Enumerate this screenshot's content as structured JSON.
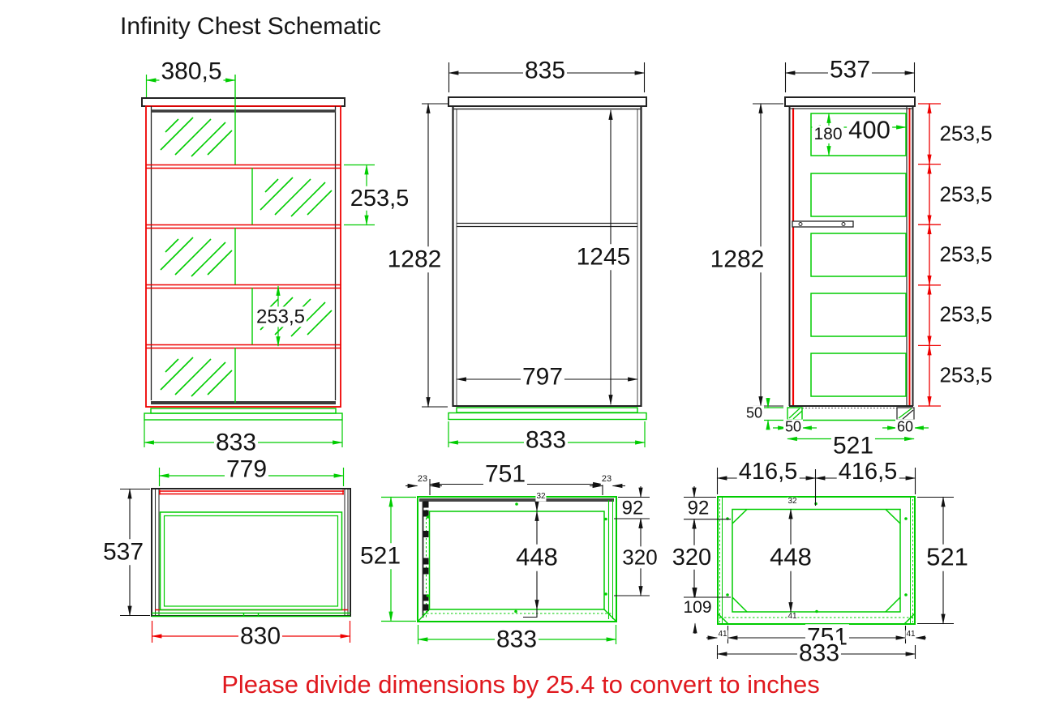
{
  "title": "Infinity Chest Schematic",
  "footer_note": "Please divide dimensions by 25.4 to convert to inches",
  "colors": {
    "dimension_green": "#00cc00",
    "dimension_red": "#ee0000",
    "line_black": "#222222",
    "footer_red": "#e0181e"
  },
  "views": {
    "front": {
      "top_width": "380,5",
      "drawer_pitch": "253,5",
      "drawer_pitch_inner": "253,5",
      "body_width": "833"
    },
    "side": {
      "cap_width": "835",
      "overall_height": "1282",
      "inner_height": "1245",
      "inner_width": "797",
      "body_width": "833"
    },
    "cross_section": {
      "cap_depth": "537",
      "overall_height": "1282",
      "drawer_box_height": "180",
      "drawer_box_depth": "400",
      "drawer_pitches": [
        "253,5",
        "253,5",
        "253,5",
        "253,5",
        "253,5"
      ],
      "plinth_height": "50",
      "front_foot_width": "50",
      "rear_foot_width": "60",
      "base_depth": "521"
    },
    "top": {
      "inner_width": "779",
      "depth": "537",
      "front_width": "830"
    },
    "drawer_plan": {
      "inner_width": "751",
      "side_offset_left": "23",
      "side_offset_right": "23",
      "front_offset": "32",
      "inner_depth": "448",
      "front_rail": "92",
      "runner": "320",
      "depth": "521",
      "width": "833"
    },
    "drawer_base": {
      "half_width_left": "416,5",
      "half_width_right": "416,5",
      "front_rail": "92",
      "runner": "320",
      "back_rail": "109",
      "front_offset": "32",
      "inner_depth": "448",
      "bottom_offset": "41",
      "corner_left": "41",
      "corner_right": "41",
      "depth": "521",
      "inner_width": "751",
      "width": "833"
    }
  }
}
